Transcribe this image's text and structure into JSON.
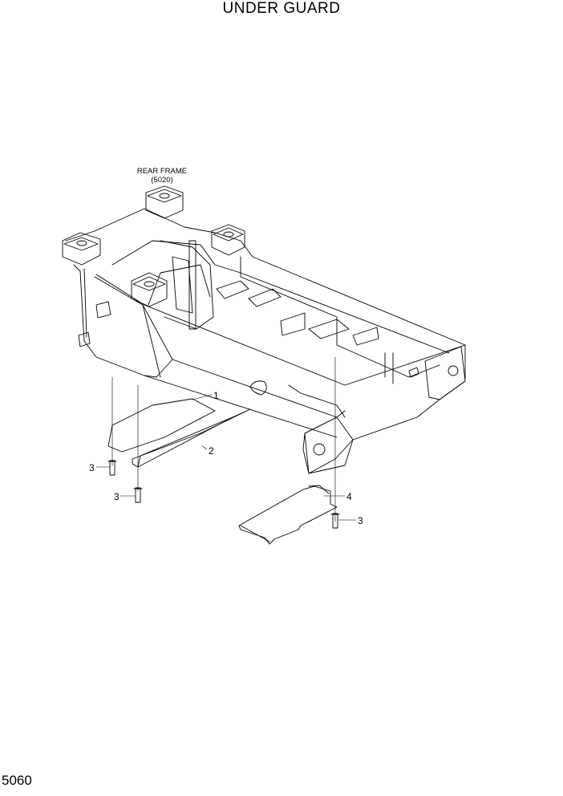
{
  "header": {
    "title": "UNDER GUARD"
  },
  "footer": {
    "page_number": "5060"
  },
  "diagram": {
    "reference_label_line1": "REAR FRAME",
    "reference_label_line2": "(5020)",
    "callouts": [
      {
        "id": "callout-1",
        "text": "1"
      },
      {
        "id": "callout-2",
        "text": "2"
      },
      {
        "id": "callout-3a",
        "text": "3"
      },
      {
        "id": "callout-3b",
        "text": "3"
      },
      {
        "id": "callout-3c",
        "text": "3"
      },
      {
        "id": "callout-4",
        "text": "4"
      }
    ]
  }
}
